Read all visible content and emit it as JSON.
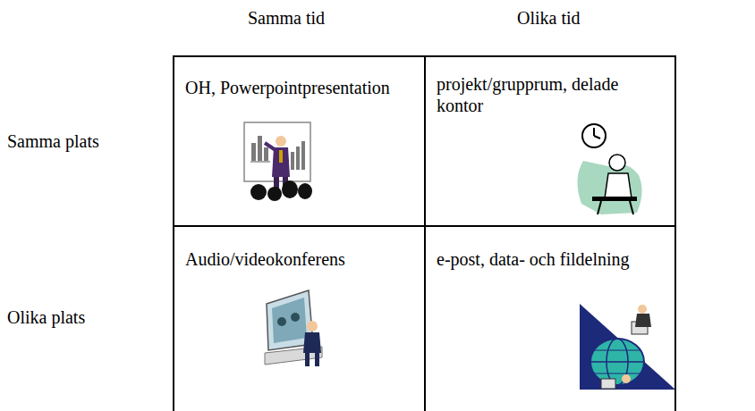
{
  "diagram": {
    "nodes": [
      {
        "text": [
          "OH, Powerpointpresentation"
        ]
      },
      {
        "text": [
          "projekt/grupprum, delade kontor"
        ]
      },
      {
        "text": [
          "Audio/videokonferens"
        ]
      },
      {
        "text": [
          "e-post, data- och fildelning"
        ]
      }
    ],
    "labels": [
      "Samma tid",
      "Olika tid",
      "Samma plats",
      "Olika plats"
    ]
  }
}
